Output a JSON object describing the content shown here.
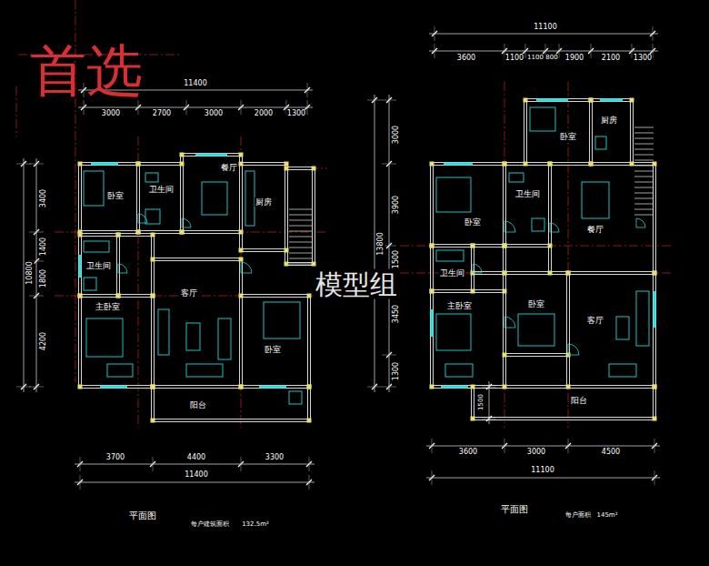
{
  "diagram": {
    "nodes": [
      {
        "text": [
          "卧室"
        ]
      },
      {
        "text": [
          "卫生间"
        ]
      },
      {
        "text": [
          "餐厅"
        ]
      },
      {
        "text": [
          "厨房"
        ]
      },
      {
        "text": [
          "卫生间"
        ]
      },
      {
        "text": [
          "主卧室"
        ]
      },
      {
        "text": [
          "客厅"
        ]
      },
      {
        "text": [
          "卧室"
        ]
      },
      {
        "text": [
          "阳台"
        ]
      },
      {
        "text": [
          "卧室"
        ]
      },
      {
        "text": [
          "厨房"
        ]
      },
      {
        "text": [
          "卧室"
        ]
      },
      {
        "text": [
          "卫生间"
        ]
      },
      {
        "text": [
          "餐厅"
        ]
      },
      {
        "text": [
          "卫生间"
        ]
      },
      {
        "text": [
          "主卧室"
        ]
      },
      {
        "text": [
          "卧室"
        ]
      },
      {
        "text": [
          "客厅"
        ]
      },
      {
        "text": [
          "阳台"
        ]
      }
    ],
    "labels": [
      "首选",
      "11400",
      "3000",
      "2700",
      "3000",
      "2000",
      "1300",
      "3400",
      "1400",
      "1800",
      "4200",
      "10800",
      "3700",
      "4400",
      "3300",
      "11400",
      "平面图",
      "每户建筑面积",
      "132.5m²",
      "11100",
      "3600",
      "1100",
      "1100",
      "800",
      "1900",
      "2100",
      "1300",
      "13800",
      "3000",
      "3900",
      "1500",
      "3450",
      "1300",
      "1500",
      "3600",
      "3000",
      "4500",
      "11100",
      "平面图",
      "每户面积",
      "145m²",
      "模型组"
    ]
  }
}
